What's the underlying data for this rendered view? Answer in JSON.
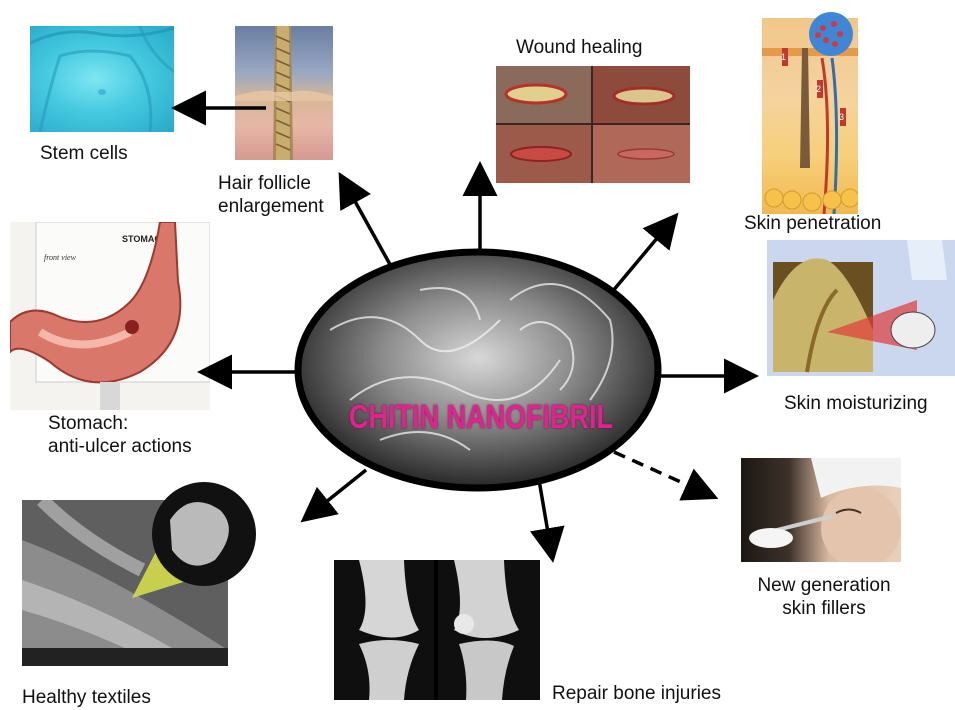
{
  "center": {
    "caption": "CHITIN NANOFIBRIL"
  },
  "labels": {
    "stem_cells": "Stem cells",
    "hair_follicle_line1": "Hair follicle",
    "hair_follicle_line2": "enlargement",
    "wound_healing": "Wound healing",
    "skin_penetration": "Skin penetration",
    "skin_moisturizing": "Skin moisturizing",
    "stomach_line1": "Stomach:",
    "stomach_line2": "anti-ulcer actions",
    "skin_fillers_line1": "New generation",
    "skin_fillers_line2": "skin fillers",
    "healthy_textiles": "Healthy textiles",
    "repair_bone": "Repair bone injuries"
  },
  "image_text": {
    "stomach_model_title": "STOMACH",
    "stomach_model_view": "front view",
    "skin_penetration_steps": [
      "1",
      "2",
      "3"
    ]
  },
  "colors": {
    "caption": "#e0238e",
    "arrow": "#000000",
    "ellipse_border": "#000000"
  }
}
